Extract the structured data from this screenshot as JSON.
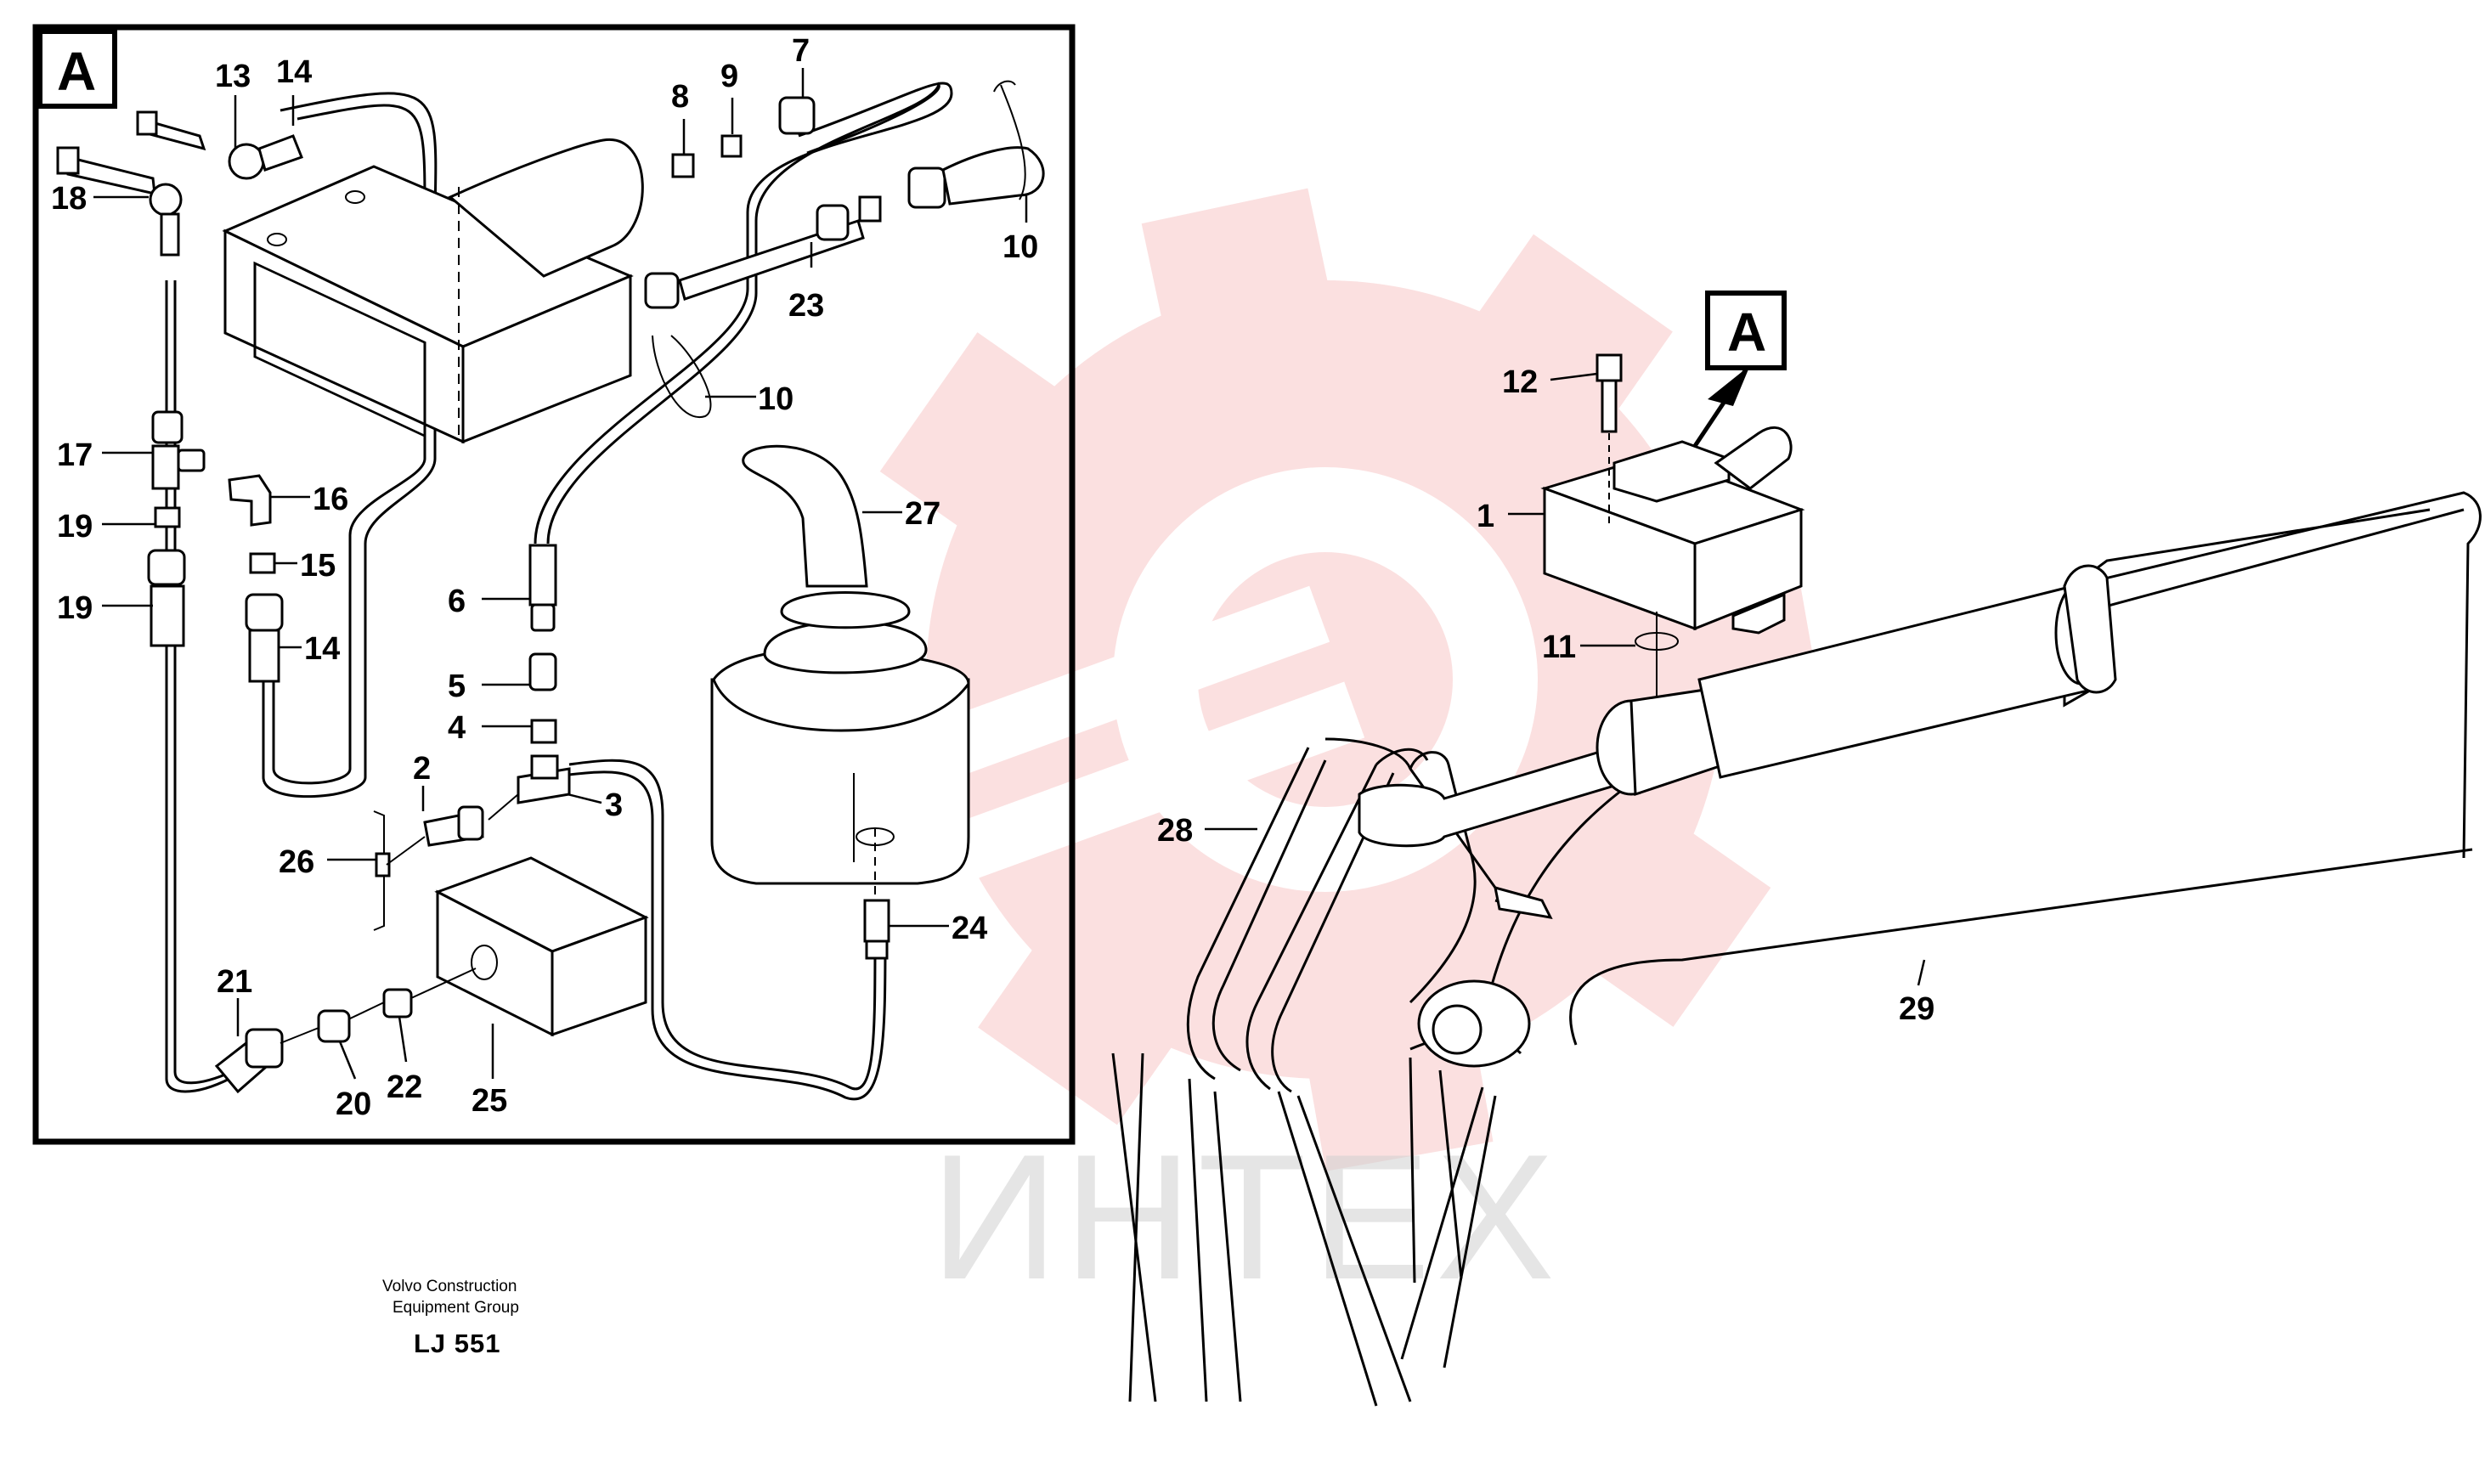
{
  "frame": {
    "detail_letter": "A"
  },
  "callout": {
    "detail_letter": "A"
  },
  "watermark": {
    "text": "ИНТЕХ",
    "logo_color": "#e23a3a"
  },
  "labels": [
    {
      "id": "13",
      "text": "13"
    },
    {
      "id": "14a",
      "text": "14"
    },
    {
      "id": "8",
      "text": "8"
    },
    {
      "id": "9",
      "text": "9"
    },
    {
      "id": "7",
      "text": "7"
    },
    {
      "id": "18",
      "text": "18"
    },
    {
      "id": "10a",
      "text": "10"
    },
    {
      "id": "23",
      "text": "23"
    },
    {
      "id": "10b",
      "text": "10"
    },
    {
      "id": "17",
      "text": "17"
    },
    {
      "id": "16",
      "text": "16"
    },
    {
      "id": "19a",
      "text": "19"
    },
    {
      "id": "15",
      "text": "15"
    },
    {
      "id": "19b",
      "text": "19"
    },
    {
      "id": "14b",
      "text": "14"
    },
    {
      "id": "27",
      "text": "27"
    },
    {
      "id": "6",
      "text": "6"
    },
    {
      "id": "5",
      "text": "5"
    },
    {
      "id": "4",
      "text": "4"
    },
    {
      "id": "2",
      "text": "2"
    },
    {
      "id": "3",
      "text": "3"
    },
    {
      "id": "26",
      "text": "26"
    },
    {
      "id": "24",
      "text": "24"
    },
    {
      "id": "21",
      "text": "21"
    },
    {
      "id": "22",
      "text": "22"
    },
    {
      "id": "20",
      "text": "20"
    },
    {
      "id": "25",
      "text": "25"
    },
    {
      "id": "12",
      "text": "12"
    },
    {
      "id": "1",
      "text": "1"
    },
    {
      "id": "11",
      "text": "11"
    },
    {
      "id": "28",
      "text": "28"
    },
    {
      "id": "29",
      "text": "29"
    }
  ],
  "caption": {
    "line1": "Volvo Construction",
    "line2": "Equipment Group",
    "code": "LJ 551"
  }
}
